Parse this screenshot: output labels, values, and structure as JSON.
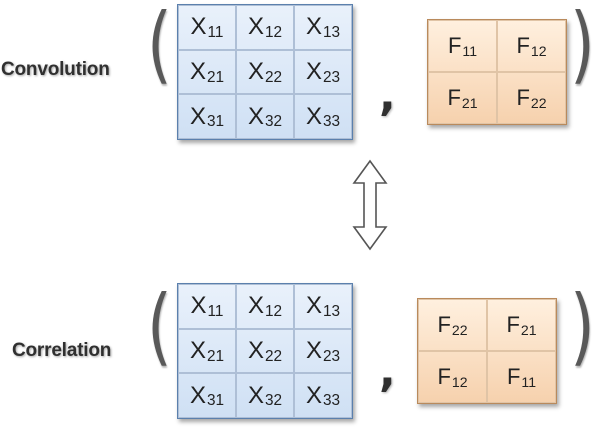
{
  "top": {
    "label": "Convolution",
    "input_matrix": [
      [
        {
          "base": "X",
          "sub": "11"
        },
        {
          "base": "X",
          "sub": "12"
        },
        {
          "base": "X",
          "sub": "13"
        }
      ],
      [
        {
          "base": "X",
          "sub": "21"
        },
        {
          "base": "X",
          "sub": "22"
        },
        {
          "base": "X",
          "sub": "23"
        }
      ],
      [
        {
          "base": "X",
          "sub": "31"
        },
        {
          "base": "X",
          "sub": "32"
        },
        {
          "base": "X",
          "sub": "33"
        }
      ]
    ],
    "filter_matrix": [
      [
        {
          "base": "F",
          "sub": "11"
        },
        {
          "base": "F",
          "sub": "12"
        }
      ],
      [
        {
          "base": "F",
          "sub": "21"
        },
        {
          "base": "F",
          "sub": "22"
        }
      ]
    ],
    "open_paren": "(",
    "comma": ",",
    "close_paren": ")"
  },
  "bottom": {
    "label": "Correlation",
    "input_matrix": [
      [
        {
          "base": "X",
          "sub": "11"
        },
        {
          "base": "X",
          "sub": "12"
        },
        {
          "base": "X",
          "sub": "13"
        }
      ],
      [
        {
          "base": "X",
          "sub": "21"
        },
        {
          "base": "X",
          "sub": "22"
        },
        {
          "base": "X",
          "sub": "23"
        }
      ],
      [
        {
          "base": "X",
          "sub": "31"
        },
        {
          "base": "X",
          "sub": "32"
        },
        {
          "base": "X",
          "sub": "33"
        }
      ]
    ],
    "filter_matrix": [
      [
        {
          "base": "F",
          "sub": "22"
        },
        {
          "base": "F",
          "sub": "21"
        }
      ],
      [
        {
          "base": "F",
          "sub": "12"
        },
        {
          "base": "F",
          "sub": "11"
        }
      ]
    ],
    "open_paren": "(",
    "comma": ",",
    "close_paren": ")"
  },
  "colors": {
    "input_fill_top": "#e9f1fb",
    "input_fill_bottom": "#cfe0f4",
    "input_border": "#5b80ad",
    "filter_fill_top": "#fff0df",
    "filter_fill_bottom": "#f6d1ad",
    "filter_border": "#b98a5c",
    "arrow_outline": "#555555"
  },
  "arrow_icon": "double-headed-vertical-arrow-icon"
}
